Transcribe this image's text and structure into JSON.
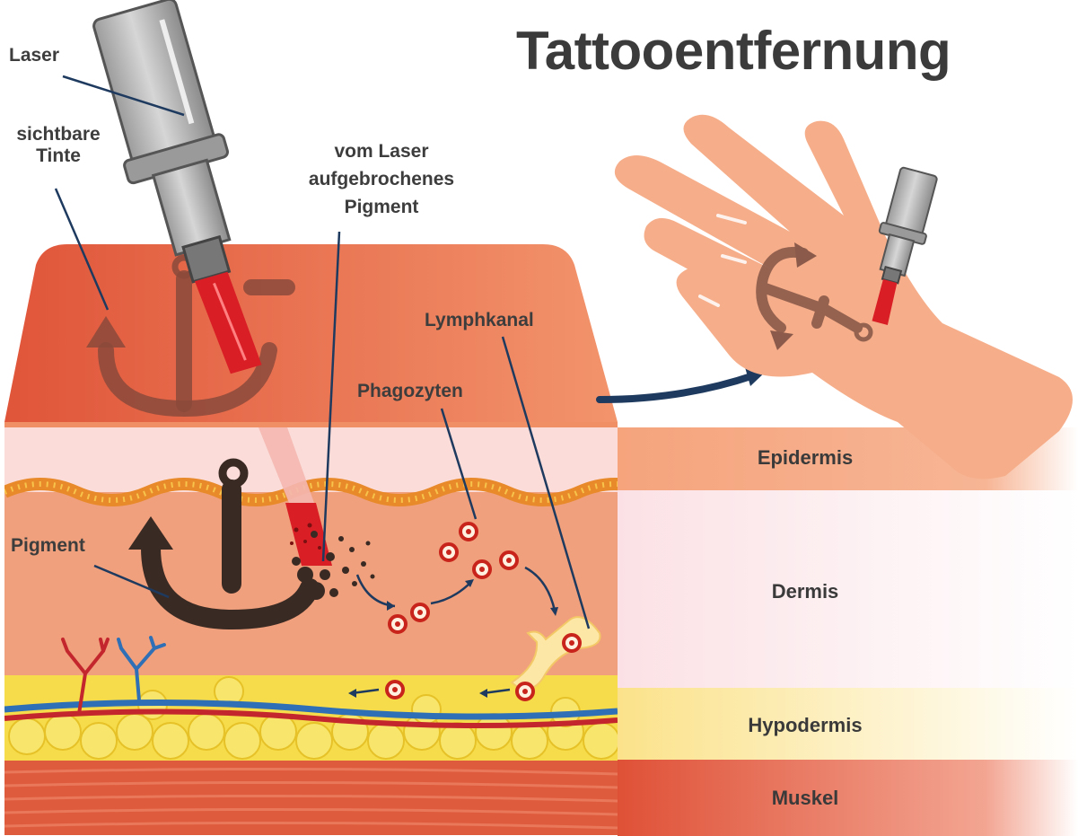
{
  "title": "Tattooentfernung",
  "labels": {
    "laser": "Laser",
    "ink": [
      "sichtbare",
      "Tinte"
    ],
    "broken_pigment": [
      "vom Laser",
      "aufgebrochenes",
      "Pigment"
    ],
    "lymph": "Lymphkanal",
    "phagocytes": "Phagozyten",
    "pigment": "Pigment"
  },
  "layers": [
    {
      "name": "Epidermis",
      "color": "#f4a27c"
    },
    {
      "name": "Dermis",
      "color": "#fbe3e6"
    },
    {
      "name": "Hypodermis",
      "color": "#fbe48a"
    },
    {
      "name": "Muskel",
      "color": "#e2543c"
    }
  ],
  "colors": {
    "skin_top": "#e9603f",
    "dermis": "#f0a07a",
    "fat": "#f8e04e",
    "muscle": "#df5b3d",
    "ink": "#3a2a24",
    "laser_beam": "#e52c2c",
    "phagocyte": "#c8241c",
    "arrow": "#1e3a5f",
    "hand": "#f6ae8a"
  },
  "icons": [
    "laser-device-icon",
    "anchor-tattoo-icon",
    "hand-icon",
    "phagocyte-icon",
    "blood-vessel-icon",
    "lymph-vessel-icon"
  ]
}
